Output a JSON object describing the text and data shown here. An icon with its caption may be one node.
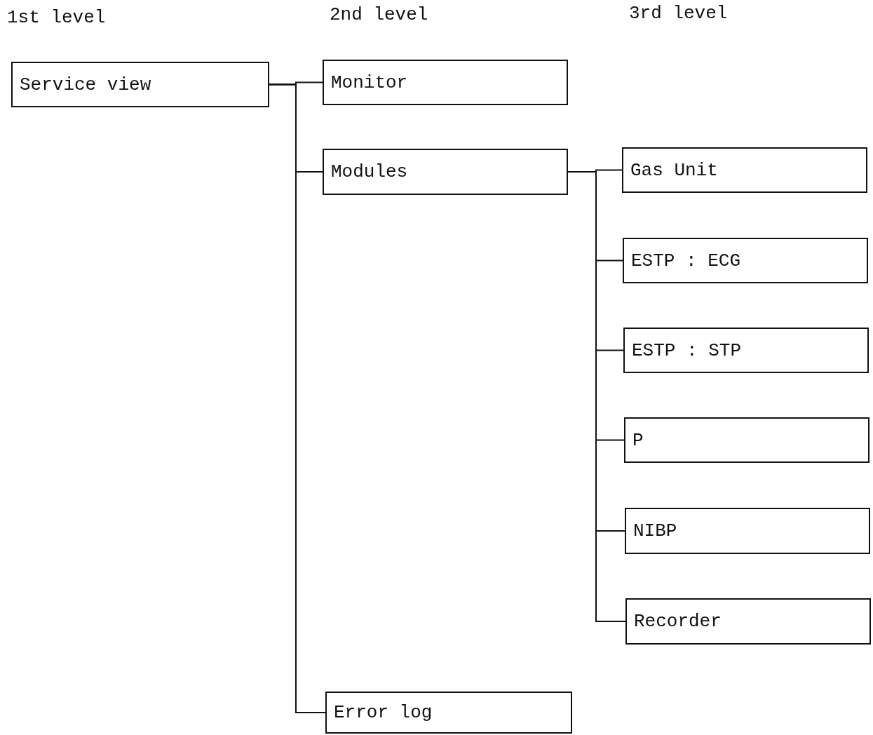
{
  "diagram": {
    "nodes": [
      {
        "text": [
          "Service view"
        ]
      },
      {
        "text": [
          "Monitor"
        ]
      },
      {
        "text": [
          "Modules"
        ]
      },
      {
        "text": [
          "Error log"
        ]
      },
      {
        "text": [
          "Gas Unit"
        ]
      },
      {
        "text": [
          "ESTP : ECG"
        ]
      },
      {
        "text": [
          "ESTP : STP"
        ]
      },
      {
        "text": [
          "P"
        ]
      },
      {
        "text": [
          "NIBP"
        ]
      },
      {
        "text": [
          "Recorder"
        ]
      }
    ],
    "edges": [
      {
        "from": 0,
        "to": 1,
        "arrow": "none"
      },
      {
        "from": 0,
        "to": 2,
        "arrow": "none"
      },
      {
        "from": 0,
        "to": 3,
        "arrow": "none"
      },
      {
        "from": 2,
        "to": 4,
        "arrow": "none"
      },
      {
        "from": 2,
        "to": 5,
        "arrow": "none"
      },
      {
        "from": 2,
        "to": 6,
        "arrow": "none"
      },
      {
        "from": 2,
        "to": 7,
        "arrow": "none"
      },
      {
        "from": 2,
        "to": 8,
        "arrow": "none"
      },
      {
        "from": 2,
        "to": 9,
        "arrow": "none"
      }
    ],
    "labels": [
      "1st level",
      "2nd level",
      "3rd level"
    ]
  }
}
